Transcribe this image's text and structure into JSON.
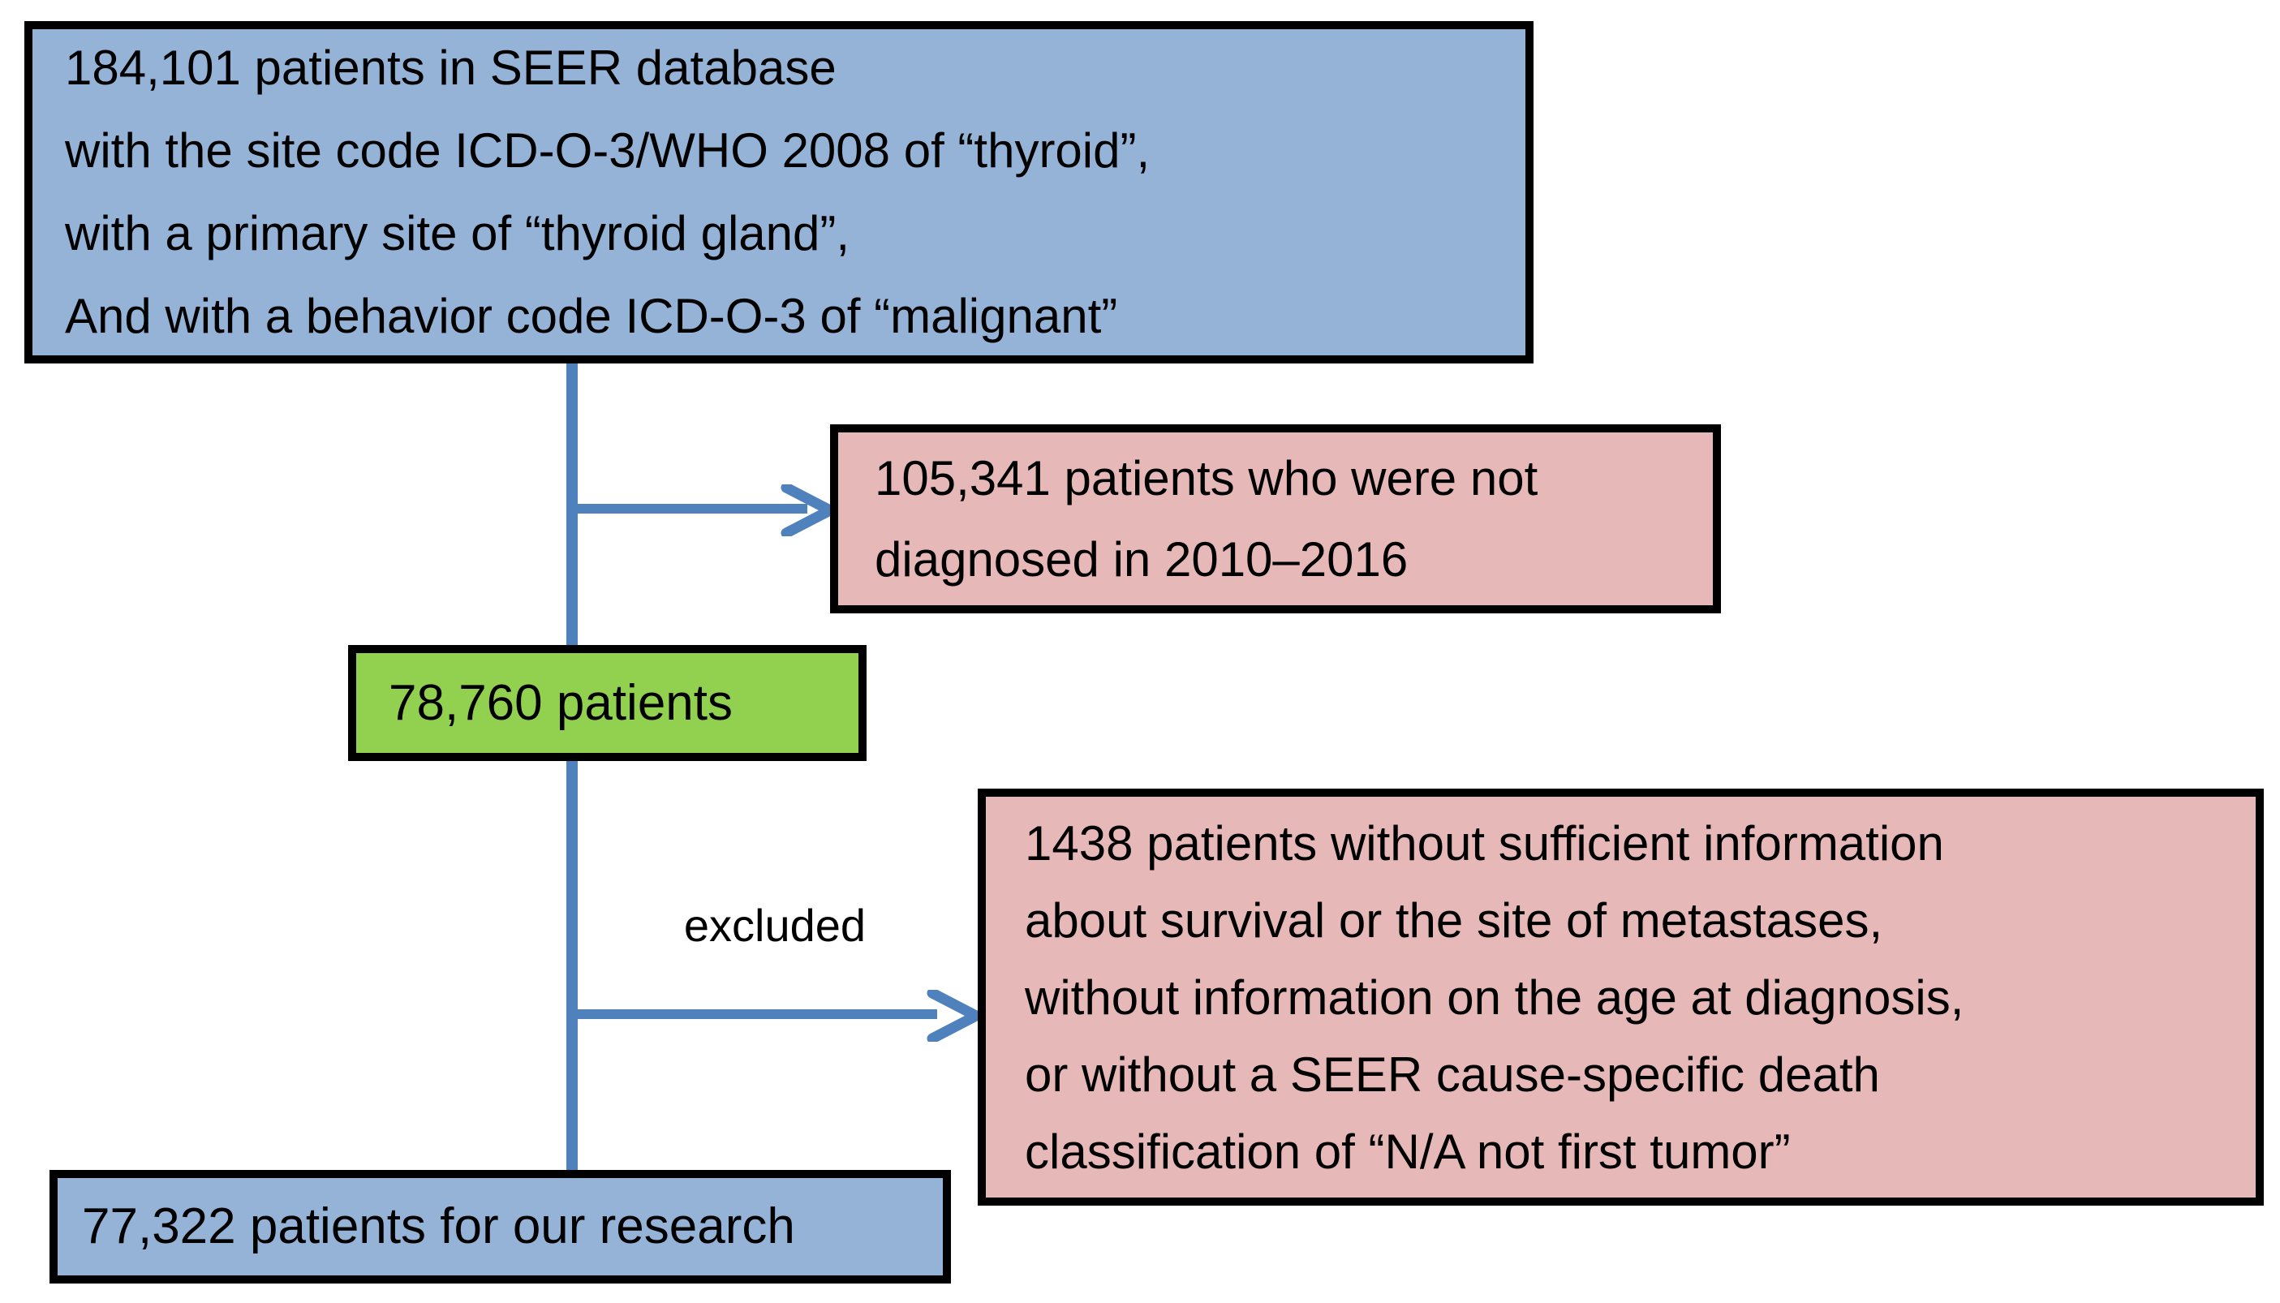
{
  "colors": {
    "box_blue": "#95b3d7",
    "box_pink": "#e6b9b8",
    "box_green": "#92d050",
    "arrow_blue": "#4f81bd",
    "border_black": "#000000"
  },
  "flow": {
    "source_box": {
      "text": "184,101 patients in SEER database\nwith the site code ICD-O-3/WHO 2008 of “thyroid”,\nwith a primary site of “thyroid gland”,\nAnd with a behavior code ICD-O-3 of “malignant”"
    },
    "excluded_not_diagnosed_box": {
      "text": "105,341 patients who were not\ndiagnosed in 2010–2016"
    },
    "cohort_box": {
      "text": "78,760 patients"
    },
    "excluded_label": "excluded",
    "excluded_insufficient_box": {
      "text": "1438 patients without sufficient information\nabout survival or the site of metastases,\nwithout information on the age at diagnosis,\nor without a SEER cause-specific death\nclassification of “N/A not first tumor”"
    },
    "final_box": {
      "text": "77,322 patients for our research"
    }
  }
}
